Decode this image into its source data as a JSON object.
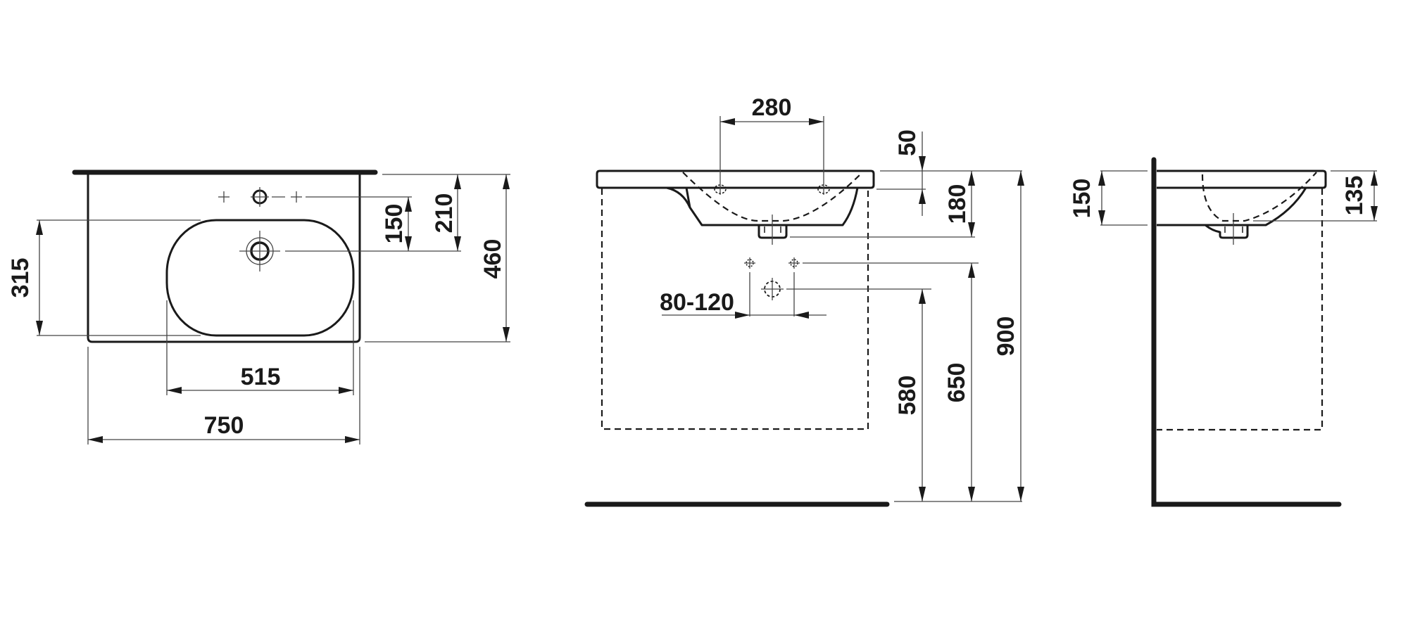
{
  "drawing": {
    "title": "Washbasin dimensional drawing",
    "units": "mm",
    "color_line": "#1a1a1a",
    "color_background": "#ffffff"
  },
  "top_view": {
    "dimensions": {
      "overall_width": "750",
      "bowl_width": "515",
      "bowl_depth": "315",
      "tap_to_drain": "150",
      "wall_to_drain": "210",
      "overall_depth": "460"
    }
  },
  "front_view": {
    "dimensions": {
      "tap_hole_spacing": "280",
      "rim_thickness": "50",
      "basin_height": "180",
      "supply_spacing": "80-120",
      "drain_outlet_height": "580",
      "supply_height": "650",
      "installation_height": "900"
    }
  },
  "side_view": {
    "dimensions": {
      "basin_height_wall": "150",
      "basin_height_front": "135"
    }
  }
}
